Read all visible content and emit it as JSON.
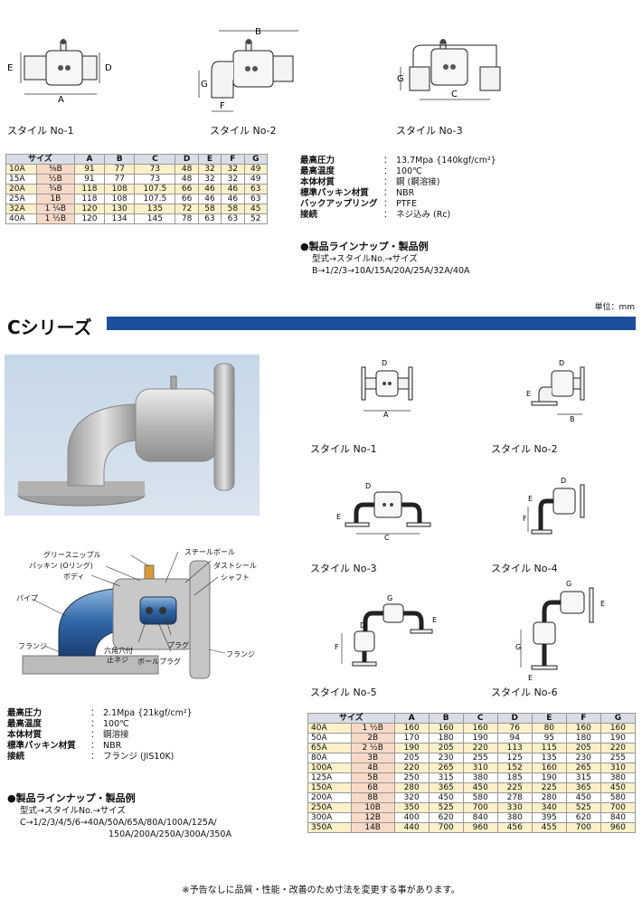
{
  "top": {
    "styles": [
      "スタイル No-1",
      "スタイル No-2",
      "スタイル No-3"
    ],
    "dim_letters": {
      "s1": [
        "E",
        "D",
        "A"
      ],
      "s2": [
        "B",
        "G",
        "F"
      ],
      "s3": [
        "G",
        "C"
      ]
    },
    "table": {
      "headers": [
        "サイズ",
        "A",
        "B",
        "C",
        "D",
        "E",
        "F",
        "G"
      ],
      "rows": [
        [
          "10A",
          "⅜B",
          "91",
          "77",
          "73",
          "48",
          "32",
          "32",
          "49"
        ],
        [
          "15A",
          "½B",
          "91",
          "77",
          "73",
          "48",
          "32",
          "32",
          "49"
        ],
        [
          "20A",
          "¾B",
          "118",
          "108",
          "107.5",
          "66",
          "46",
          "46",
          "63"
        ],
        [
          "25A",
          "1B",
          "118",
          "108",
          "107.5",
          "66",
          "46",
          "46",
          "63"
        ],
        [
          "32A",
          "1 ¼B",
          "120",
          "130",
          "135",
          "72",
          "58",
          "58",
          "45"
        ],
        [
          "40A",
          "1 ½B",
          "120",
          "134",
          "145",
          "78",
          "63",
          "63",
          "52"
        ]
      ]
    },
    "specs": [
      {
        "k": "最高圧力",
        "v": "13.7Mpa {140kgf/cm²}"
      },
      {
        "k": "最高温度",
        "v": "100℃"
      },
      {
        "k": "本体材質",
        "v": "鋼 (鋼溶接)"
      },
      {
        "k": "標準パッキン材質",
        "v": "NBR"
      },
      {
        "k": "バックアップリング",
        "v": "PTFE"
      },
      {
        "k": "接続",
        "v": "ネジ込み (Rc)"
      }
    ],
    "lineup_title": "●製品ラインナップ・製品例",
    "lineup": [
      "型式→スタイルNo.→サイズ",
      "B→1/2/3→10A/15A/20A/25A/32A/40A"
    ]
  },
  "unit": "単位：mm",
  "section_title": "Cシリーズ",
  "c": {
    "styles": [
      "スタイル No-1",
      "スタイル No-2",
      "スタイル No-3",
      "スタイル No-4",
      "スタイル No-5",
      "スタイル No-6"
    ],
    "callouts": {
      "grease": "グリースニップル",
      "packing": "パッキン (Oリング)",
      "body": "ボディ",
      "pipe": "パイプ",
      "flange_l": "フランジ",
      "hex1": "六角穴付",
      "hex2": "止ネジ",
      "ballplug": "ボールプラグ",
      "plug": "プラグ",
      "steelball": "スチールボール",
      "dust": "ダストシール",
      "shaft": "シャフト",
      "flange_r": "フランジ"
    },
    "specs": [
      {
        "k": "最高圧力",
        "v": "2.1Mpa {21kgf/cm²}"
      },
      {
        "k": "最高温度",
        "v": "100℃"
      },
      {
        "k": "本体材質",
        "v": "鋼溶接"
      },
      {
        "k": "標準パッキン材質",
        "v": "NBR"
      },
      {
        "k": "接続",
        "v": "フランジ (JIS10K)"
      }
    ],
    "lineup_title": "●製品ラインナップ・製品例",
    "lineup": [
      "型式→スタイルNo.→サイズ",
      "C→1/2/3/4/5/6→40A/50A/65A/80A/100A/125A/",
      "150A/200A/250A/300A/350A"
    ],
    "table": {
      "headers": [
        "サイズ",
        "A",
        "B",
        "C",
        "D",
        "E",
        "F",
        "G"
      ],
      "rows": [
        [
          "40A",
          "1 ½B",
          "160",
          "160",
          "160",
          "76",
          "80",
          "160",
          "160"
        ],
        [
          "50A",
          "2B",
          "170",
          "180",
          "190",
          "94",
          "95",
          "180",
          "190"
        ],
        [
          "65A",
          "2 ½B",
          "190",
          "205",
          "220",
          "113",
          "115",
          "205",
          "220"
        ],
        [
          "80A",
          "3B",
          "205",
          "230",
          "255",
          "125",
          "135",
          "230",
          "255"
        ],
        [
          "100A",
          "4B",
          "220",
          "265",
          "310",
          "152",
          "160",
          "265",
          "310"
        ],
        [
          "125A",
          "5B",
          "250",
          "315",
          "380",
          "185",
          "190",
          "315",
          "380"
        ],
        [
          "150A",
          "6B",
          "280",
          "365",
          "450",
          "225",
          "225",
          "365",
          "450"
        ],
        [
          "200A",
          "8B",
          "320",
          "450",
          "580",
          "278",
          "280",
          "450",
          "580"
        ],
        [
          "250A",
          "10B",
          "350",
          "525",
          "700",
          "330",
          "340",
          "525",
          "700"
        ],
        [
          "300A",
          "12B",
          "400",
          "620",
          "840",
          "380",
          "395",
          "620",
          "840"
        ],
        [
          "350A",
          "14B",
          "440",
          "700",
          "960",
          "456",
          "455",
          "700",
          "960"
        ]
      ]
    }
  },
  "footer": "※予告なしに品質・性能・改善のため寸法を変更する事があります。",
  "colors": {
    "accent_bar": "#1e4f9c",
    "header_bg": "#d8dde6",
    "row_tint": "#fbf0c8",
    "inch_tint": "#f7d9c8"
  }
}
